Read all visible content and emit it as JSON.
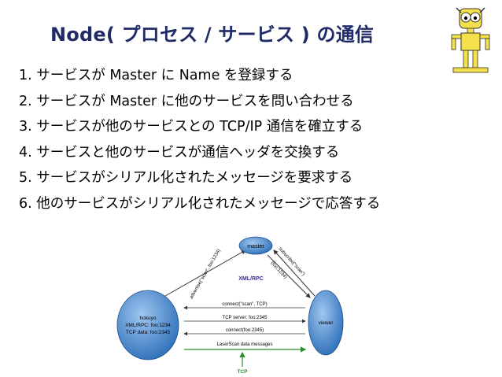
{
  "slide": {
    "title": "Node( プロセス / サービス ) の通信",
    "items": [
      "1. サービスが Master に Name を登録する",
      "2. サービスが Master に他のサービスを問い合わせる",
      "3.  サービスが他のサービスとの TCP/IP 通信を確立する",
      "4. サービスと他のサービスが通信へッダを交換する",
      "5.  サービスがシリアル化されたメッセージを要求する",
      "6.  他のサービスがシリアル化されたメッセージで応答する"
    ]
  },
  "diagram": {
    "master_label": "master",
    "viewer_label": "viewer",
    "hokuyo_lines": [
      "hokuyo",
      "XML/RPC: foo:1234",
      "TCP data: foo:2345"
    ],
    "advertise_label": "advertise(\"scan\", foo:1234)",
    "subscribe_label": "subscribe(\"scan\")",
    "foo_label": "(foo:1234)",
    "xmlrpc_label": "XML/RPC",
    "connect_label": "connect(\"scan\", TCP)",
    "tcp_server_label": "TCP server: foo:2345",
    "connect_foo_label": "connect(foo:2345)",
    "laserscan_label": "LaserScan data messages",
    "tcp_label": "TCP",
    "colors": {
      "xmlrpc": "#3a2a86",
      "tcp": "#2a8f2a",
      "node_fill": "#2d6fb8"
    }
  }
}
